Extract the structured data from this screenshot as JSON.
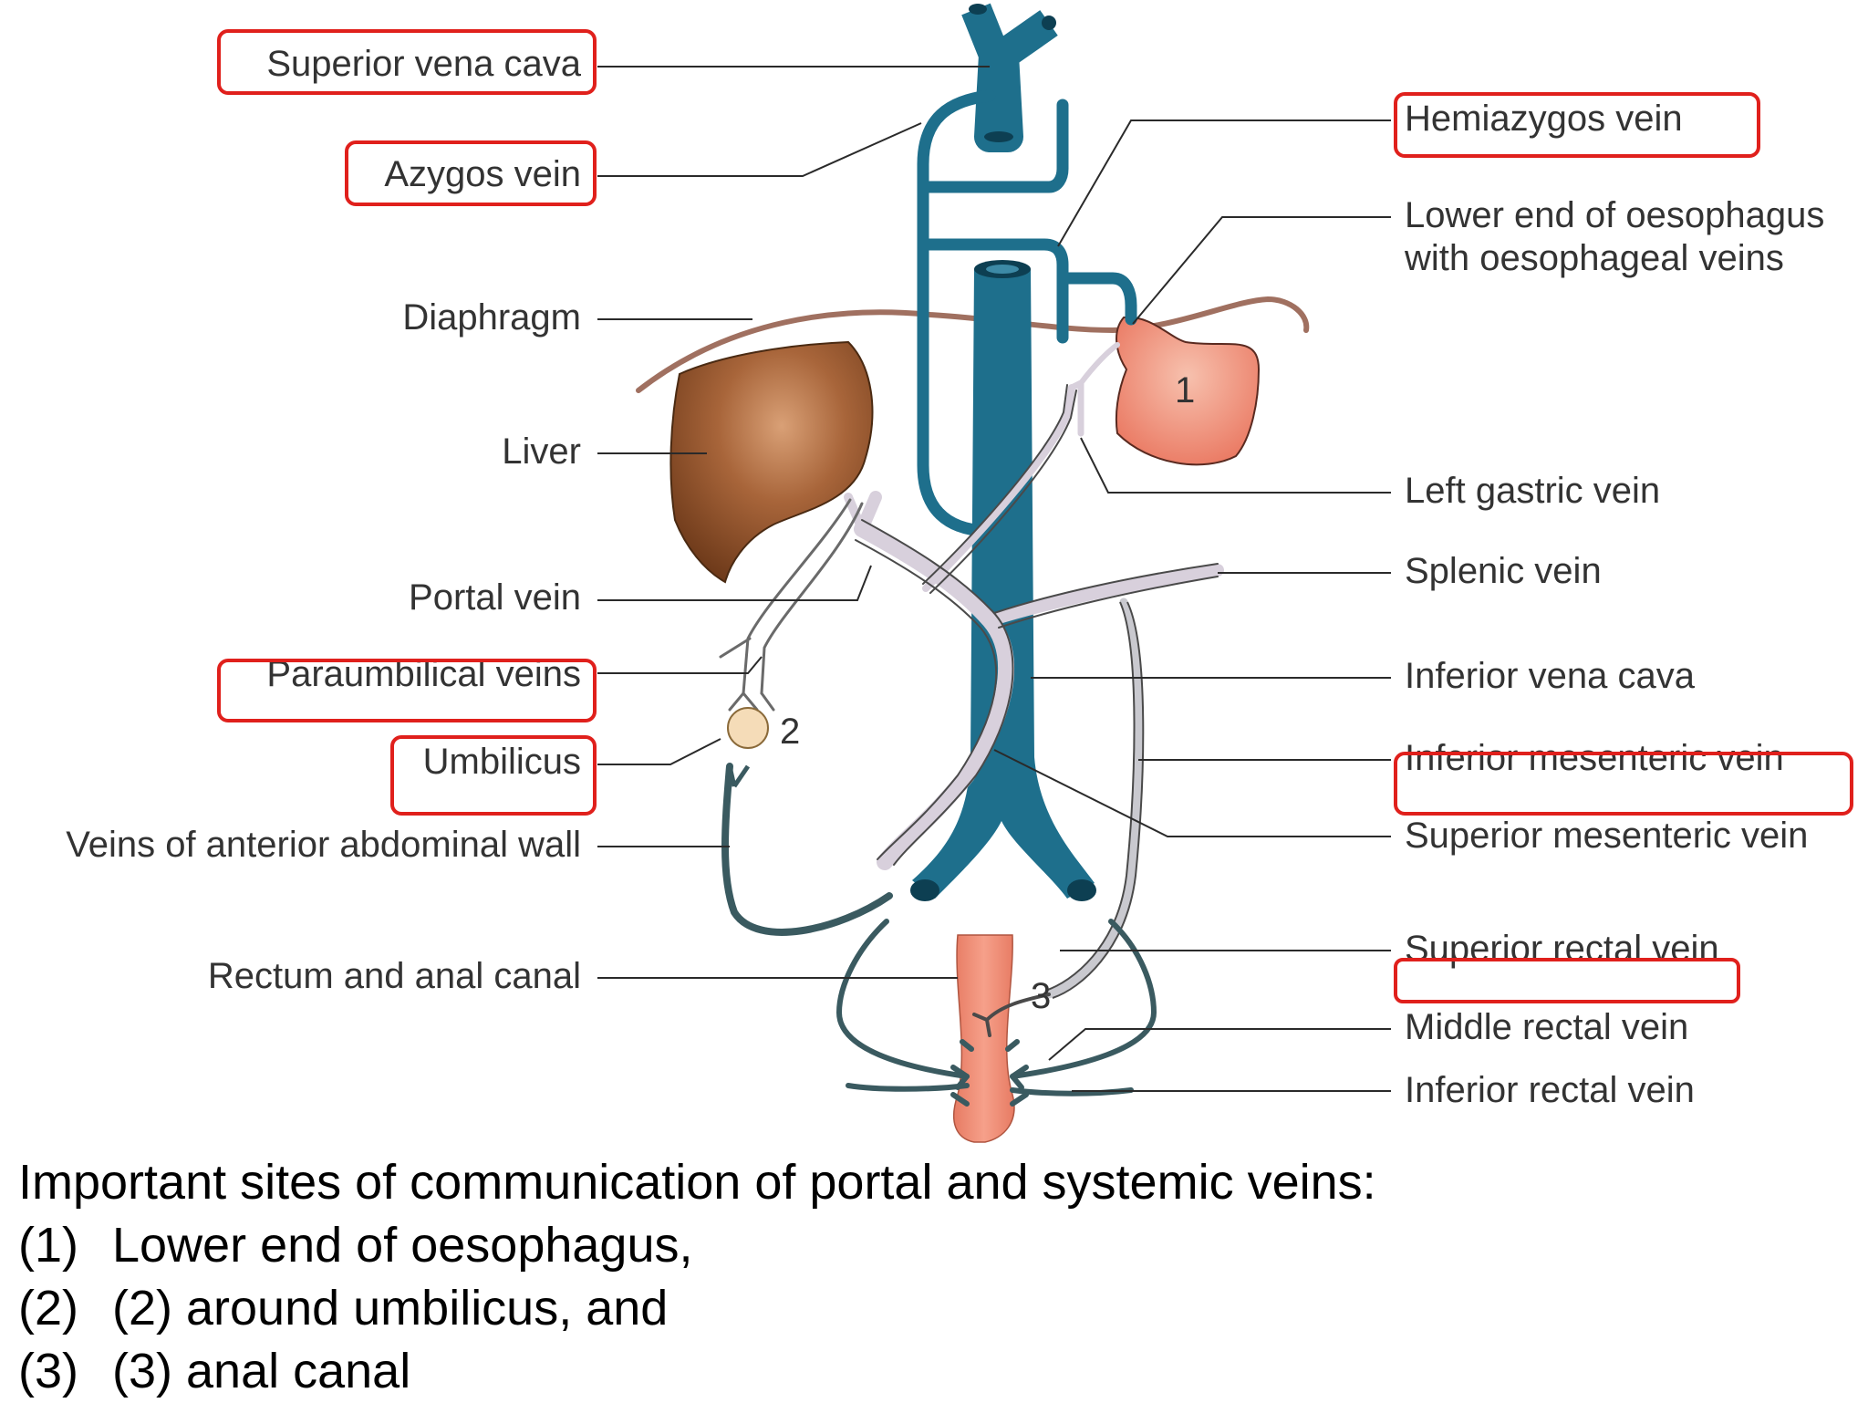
{
  "labels": {
    "superior_vena_cava": "Superior vena cava",
    "azygos_vein": "Azygos vein",
    "diaphragm": "Diaphragm",
    "liver": "Liver",
    "portal_vein": "Portal vein",
    "paraumbilical_veins": "Paraumbilical veins",
    "umbilicus": "Umbilicus",
    "veins_anterior_abdominal_wall": "Veins of anterior abdominal wall",
    "rectum_anal_canal": "Rectum and anal canal",
    "hemiazygos_vein": "Hemiazygos vein",
    "lower_end_oesophagus_line1": "Lower end of oesophagus",
    "lower_end_oesophagus_line2": "with oesophageal veins",
    "left_gastric_vein": "Left gastric vein",
    "splenic_vein": "Splenic vein",
    "inferior_vena_cava": "Inferior vena cava",
    "inferior_mesenteric_vein": "Inferior mesenteric vein",
    "superior_mesenteric_vein": "Superior mesenteric vein",
    "superior_rectal_vein": "Superior rectal vein",
    "middle_rectal_vein": "Middle rectal vein",
    "inferior_rectal_vein": "Inferior rectal vein"
  },
  "site_markers": {
    "site1": "1",
    "site2": "2",
    "site3": "3"
  },
  "colors": {
    "systemic_vein": "#1e6f8c",
    "portal_vein": "#d8d0dc",
    "liver": "#9a5a2e",
    "stomach": "#f0907a",
    "rectum": "#f08a72",
    "diaphragm": "#a07060",
    "highlight_box": "#e0201c"
  },
  "caption": {
    "heading": "Important sites of communication of portal and systemic veins:",
    "items": [
      {
        "index": "(1)",
        "text": "Lower end of oesophagus,"
      },
      {
        "index": "(2)",
        "text": "(2) around umbilicus, and"
      },
      {
        "index": "(3)",
        "text": "(3) anal canal"
      }
    ]
  }
}
